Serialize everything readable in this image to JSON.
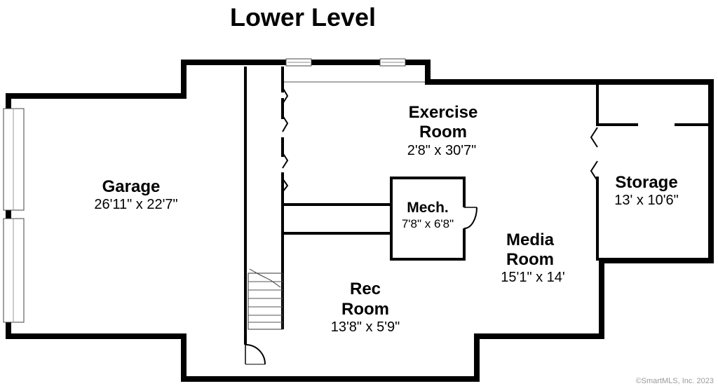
{
  "title": "Lower Level",
  "rooms": {
    "garage": {
      "name": "Garage",
      "dims": "26'11\" x 22'7\""
    },
    "exercise": {
      "name_line1": "Exercise",
      "name_line2": "Room",
      "dims": "2'8\" x 30'7\""
    },
    "storage": {
      "name": "Storage",
      "dims": "13' x 10'6\""
    },
    "mech": {
      "name": "Mech.",
      "dims": "7'8\" x 6'8\""
    },
    "media": {
      "name_line1": "Media",
      "name_line2": "Room",
      "dims": "15'1\" x 14'"
    },
    "rec": {
      "name_line1": "Rec",
      "name_line2": "Room",
      "dims": "13'8\" x 5'9\""
    }
  },
  "copyright": "©SmartMLS, Inc.  2023",
  "colors": {
    "wall": "#000000",
    "background": "#ffffff",
    "copyright": "#9a9a9a"
  }
}
